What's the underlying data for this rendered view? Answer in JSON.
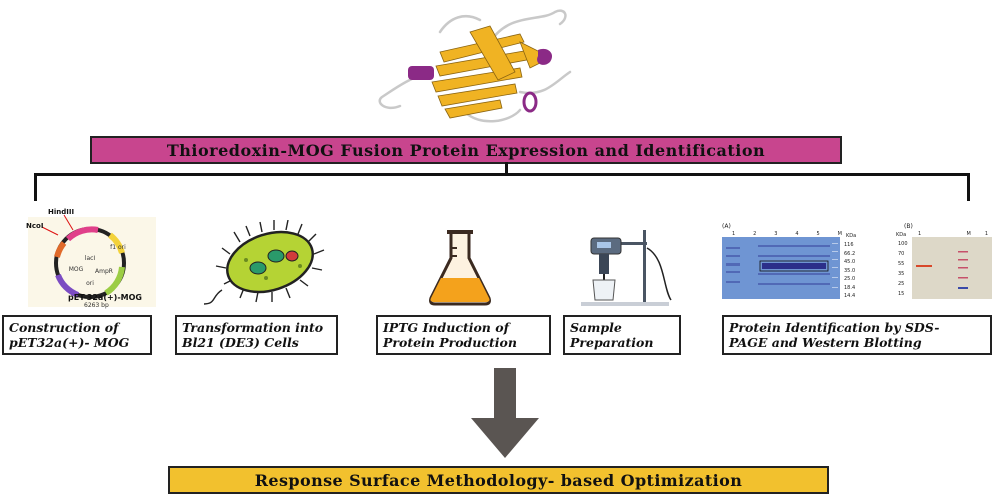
{
  "title": "Thioredoxin-MOG Fusion Protein Expression and Identification",
  "steps": [
    {
      "label_line1": "Construction of",
      "label_line2": "pET32a(+)- MOG"
    },
    {
      "label_line1": "Transformation into",
      "label_line2": "Bl21 (DE3) Cells"
    },
    {
      "label_line1": "IPTG Induction of",
      "label_line2": "Protein Production"
    },
    {
      "label_line1": "Sample",
      "label_line2": "Preparation"
    },
    {
      "label_line1": "Protein Identification by SDS-",
      "label_line2": "PAGE and Western Blotting"
    }
  ],
  "bottom": "Response Surface Methodology- based Optimization",
  "plasmid": {
    "site1": "HindIII",
    "site2": "NcoI",
    "name": "pET-32a(+)-MOG",
    "size": "6263 bp",
    "features": [
      "lacI",
      "AmpR",
      "ori",
      "MOG",
      "f1 ori"
    ]
  },
  "gel_a": {
    "panel": "(A)",
    "lanes": [
      "1",
      "2",
      "3",
      "4",
      "5",
      "M"
    ],
    "unit": "KDa",
    "markers": [
      "116",
      "66.2",
      "45.0",
      "35.0",
      "25.0",
      "18.4",
      "14.4"
    ]
  },
  "blot_b": {
    "panel": "(B)",
    "lanes": [
      "1",
      "M",
      "1"
    ],
    "unit": "KDa",
    "markers": [
      "100",
      "70",
      "55",
      "35",
      "25",
      "15"
    ]
  },
  "colors": {
    "title_bg": "#c8458e",
    "bottom_bg": "#f2c12e",
    "arrow": "#5a5552",
    "flask_liquid": "#f4a21c",
    "bacterium": "#b5d334",
    "gel": "#6f95d3"
  }
}
